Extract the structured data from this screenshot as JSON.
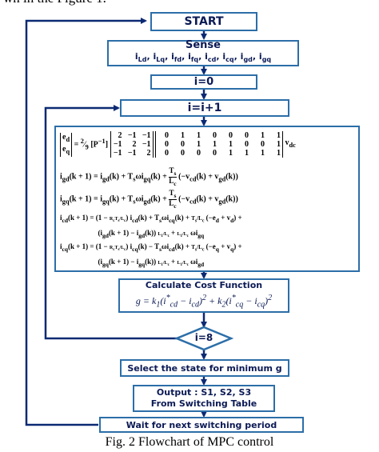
{
  "intro_fragment": "wn in the Figure 1.",
  "steps": {
    "start": "START",
    "sense_title": "Sense",
    "sense_vars": "iLd, iLq, ifd, ifq, icd, icq, igd, igq",
    "init": "i=0",
    "increment": "i=i+1",
    "cost_title": "Calculate Cost Function",
    "cost_formula": "g = k1(i*cd − icd)^2 + k2(i*cq − icq)^2",
    "decision": "i=8",
    "select": "Select the state for minimum g",
    "output_line1": "Output : S1, S2, S3",
    "output_line2": "From Switching Table",
    "wait": "Wait for next switching period"
  },
  "equations": {
    "matrix_lhs": "[ed; eq] = 2/9 [P^-1] [2 −1 −1; −1 2 −1; −1 −1 2] [0 1 1 0 0 0 1 1; 0 0 1 1 1 0 0 1; 0 0 0 0 1 1 1 1] vdc",
    "eq_igd": "igd(k+1) = igd(k) + Ts ω igq(k) + Ts/Lc (−vcd(k) + vgd(k))",
    "eq_igq": "igq(k+1) = igq(k) + Ts ω igd(k) + Ts/Lc (−vcd(k) + vgd(k))",
    "eq_icd": "icd(k+1) = (1 − RcTs/Lc) icd(k) + Ts ω icq(k) + Ts/Lc (−ed + vd) + (igd(k+1) − igd(k)) L1/Lc + L1/Lc ω igq",
    "eq_icq": "icq(k+1) = (1 − RcTs/Lc) icq(k) − Ts ω icd(k) + Ts/Lc (−eq + vq) + (igq(k+1) − igq(k)) L1/Lc + L1/Lc ω igd"
  },
  "caption": "Fig. 2 Flowchart of MPC control"
}
